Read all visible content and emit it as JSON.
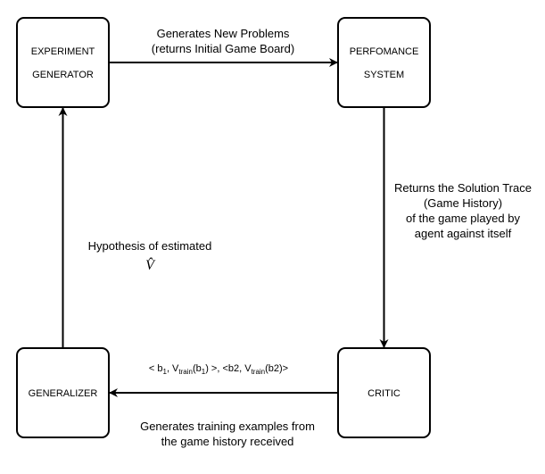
{
  "nodes": {
    "experiment_generator": {
      "line1": "EXPERIMENT",
      "line2": "GENERATOR"
    },
    "performance_system": {
      "line1": "PERFOMANCE",
      "line2": "SYSTEM"
    },
    "critic": {
      "label": "CRITIC"
    },
    "generalizer": {
      "label": "GENERALIZER"
    }
  },
  "edges": {
    "generator_to_performance": {
      "line1": "Generates New Problems",
      "line2": "(returns Initial Game Board)"
    },
    "performance_to_critic": {
      "line1": "Returns the Solution Trace",
      "line2": "(Game History)",
      "line3": "of the game played by",
      "line4": "agent against itself"
    },
    "critic_to_generalizer": {
      "examples": {
        "p1": "< b",
        "s1": "1",
        "p2": ", V",
        "s2": "train",
        "p3": "(b",
        "s3": "1",
        "p4": ") >, <b2, V",
        "s4": "train",
        "p5": "(b2)>"
      },
      "line1": "Generates training examples from",
      "line2": "the game history received"
    },
    "generalizer_to_generator": {
      "line1": "Hypothesis of estimated",
      "symbol": "V̂"
    }
  }
}
